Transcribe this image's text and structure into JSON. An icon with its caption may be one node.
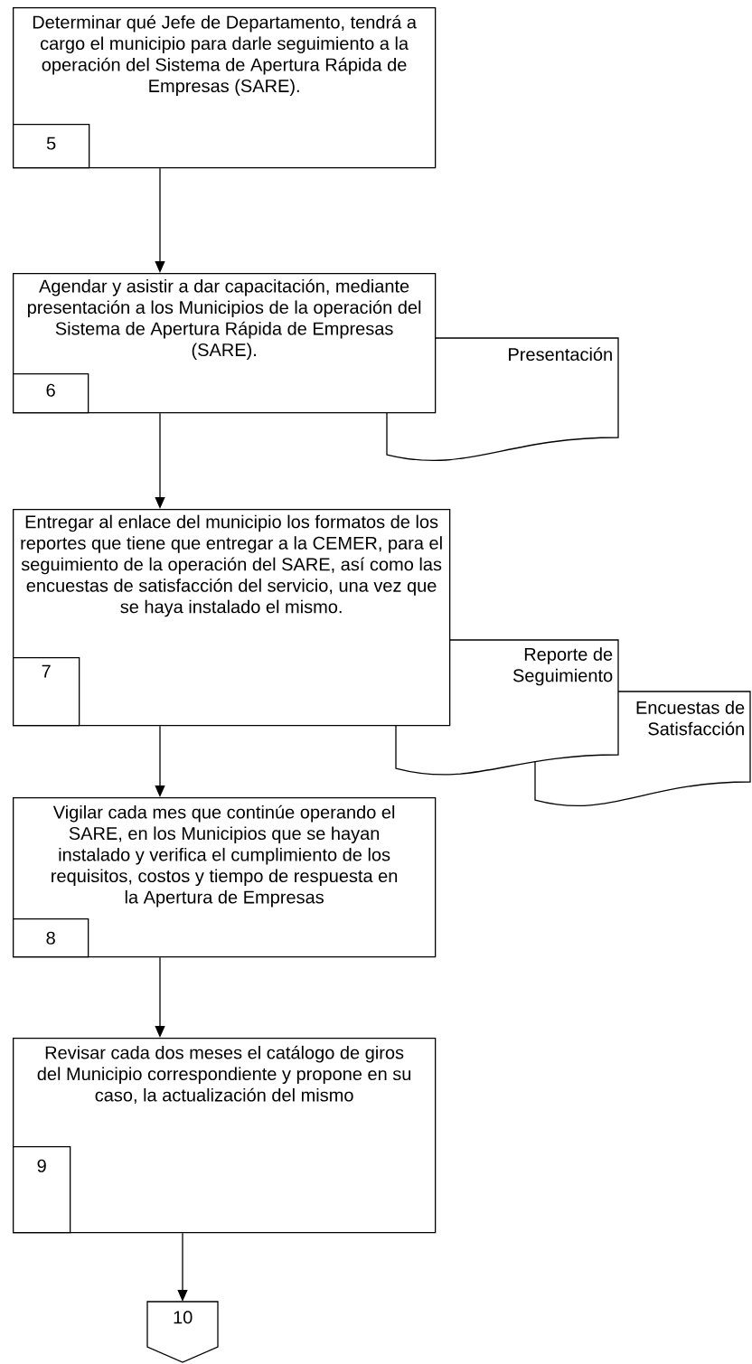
{
  "diagram": {
    "nodes": [
      {
        "text": [
          "Determinar qué Jefe de Departamento, tendrá a cargo el municipio para darle seguimiento a la operación del Sistema de Apertura Rápida de Empresas (SARE)."
        ]
      },
      {
        "text": [
          "5"
        ],
        "in": 0
      },
      {
        "text": [
          "Agendar y asistir a dar capacitación, mediante presentación a los Municipios de la operación del Sistema de Apertura Rápida de Empresas (SARE)."
        ]
      },
      {
        "text": [
          "6"
        ],
        "in": 2
      },
      {
        "text": [
          "Presentación"
        ]
      },
      {
        "text": [
          "Entregar al enlace del municipio los formatos de los reportes que tiene que entregar a la CEMER, para el seguimiento de la operación del SARE, así como las encuestas de satisfacción del servicio, una vez que se haya instalado el mismo."
        ]
      },
      {
        "text": [
          "7"
        ],
        "in": 5
      },
      {
        "text": [
          "Reporte de Seguimiento"
        ]
      },
      {
        "text": [
          "Encuestas de Satisfacción"
        ]
      },
      {
        "text": [
          "Vigilar cada mes que continúe operando el SARE, en los Municipios que se hayan instalado y verifica el cumplimiento de los requisitos, costos y tiempo de respuesta en la Apertura de Empresas"
        ]
      },
      {
        "text": [
          "8"
        ],
        "in": 9
      },
      {
        "text": [
          "Revisar cada dos meses el catálogo de giros del Municipio correspondiente y propone en su caso, la actualización del mismo"
        ]
      },
      {
        "text": [
          "9"
        ],
        "in": 11
      },
      {
        "text": [
          "10"
        ]
      }
    ],
    "edges": [
      {
        "from": 0,
        "to": 2,
        "arrow": "to"
      },
      {
        "from": 2,
        "to": 5,
        "arrow": "to"
      },
      {
        "from": 5,
        "to": 9,
        "arrow": "to"
      },
      {
        "from": 9,
        "to": 11,
        "arrow": "to"
      },
      {
        "from": 11,
        "to": 13,
        "arrow": "to"
      }
    ]
  }
}
